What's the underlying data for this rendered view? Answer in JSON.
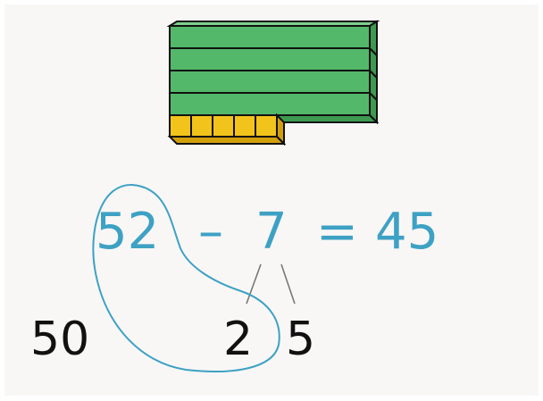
{
  "equation": {
    "minuend": "52",
    "minus": "–",
    "subtrahend": "7",
    "equals": "=",
    "result": "45"
  },
  "decomposition": {
    "left": "50",
    "middle": "2",
    "right": "5"
  },
  "blocks": {
    "tens_count": 4,
    "ones_count": 5,
    "tens_color": "#53b86a",
    "ones_color": "#f2c31b"
  },
  "colors": {
    "equation": "#3ea1c4",
    "loop": "#3ea1c4",
    "split_lines": "#777777",
    "decomposition_text": "#111111"
  }
}
